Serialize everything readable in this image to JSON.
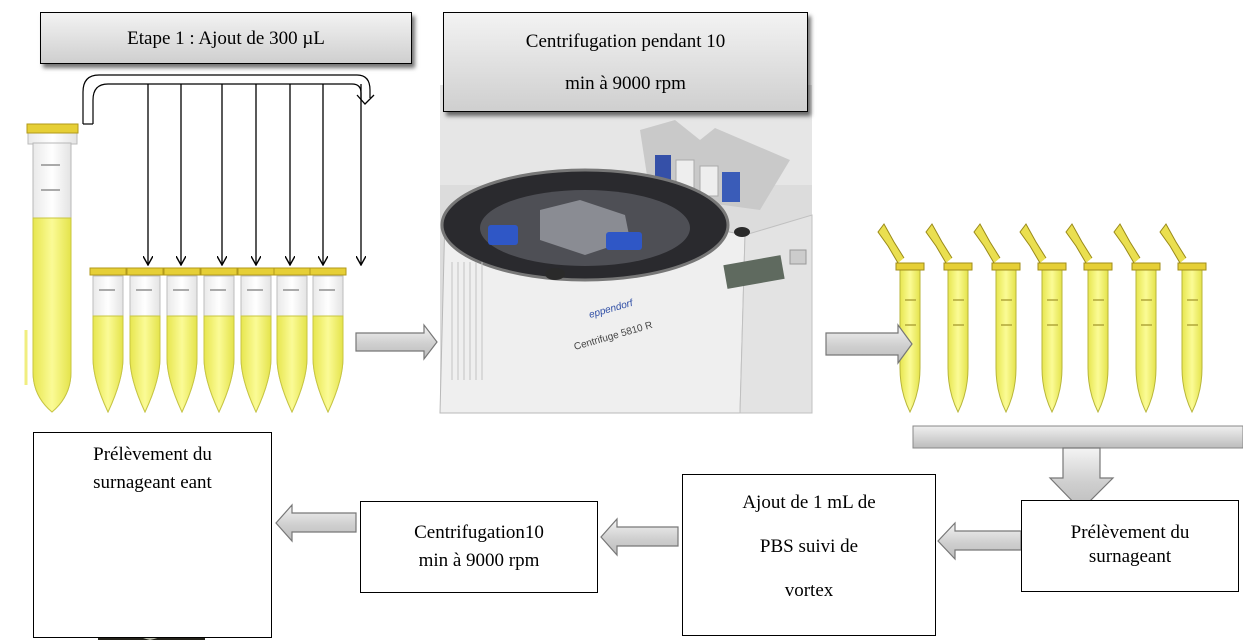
{
  "step1": {
    "label": "Etape 1 : Ajout de 300 µL"
  },
  "centrifugation_1": {
    "line1": "Centrifugation pendant 10",
    "line2": "min à  9000 rpm"
  },
  "centrifuge_photo": {
    "brand": "eppendorf",
    "model": "Centrifuge 5810 R"
  },
  "prelevement_surnageant": {
    "line1": "Prélèvement du",
    "line2": "surnageant"
  },
  "ajout_pbs": {
    "line1": "Ajout de 1 mL de",
    "line2": "PBS suivi de",
    "line3": "vortex"
  },
  "centrifugation_2": {
    "line1": "Centrifugation10",
    "line2": "min à 9000 rpm"
  },
  "final_step": {
    "line1": "Prélèvement du",
    "line2": "surnageant eant"
  },
  "colors": {
    "tube_liquid": "#f0ef6e",
    "tube_cap": "#e7d23a",
    "arrow_fill": "#d6d6d6"
  }
}
